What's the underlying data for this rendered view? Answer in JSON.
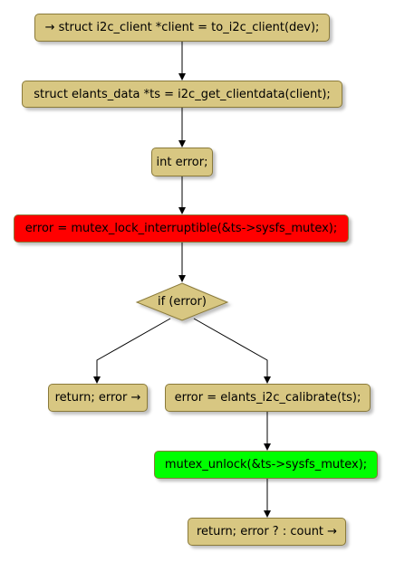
{
  "nodes": {
    "n1": "→ struct i2c_client *client = to_i2c_client(dev);",
    "n2": "struct elants_data *ts = i2c_get_clientdata(client);",
    "n3": "int error;",
    "n4": "error = mutex_lock_interruptible(&ts->sysfs_mutex);",
    "decision": "if (error)",
    "left_return": "return; error →",
    "n5": "error = elants_i2c_calibrate(ts);",
    "n6": "mutex_unlock(&ts->sysfs_mutex);",
    "n7": "return; error ? : count →"
  },
  "colors": {
    "node_fill": "#d8c782",
    "node_border": "#8a7a3a",
    "error_fill": "#ff0000",
    "unlock_fill": "#00ff00",
    "edge": "#000000"
  }
}
